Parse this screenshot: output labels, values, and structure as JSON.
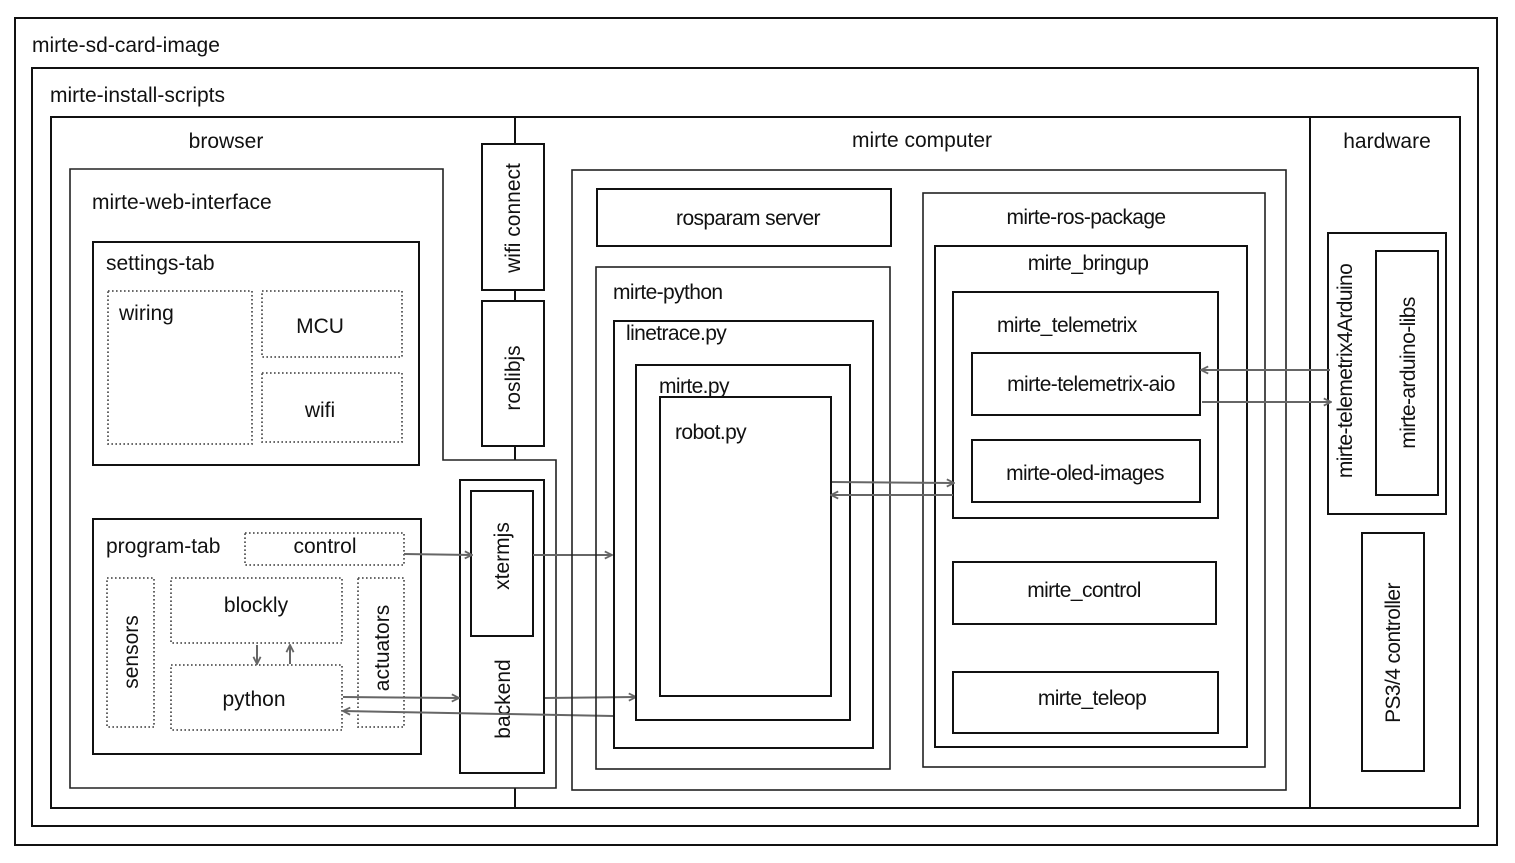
{
  "diagram": {
    "title": "mirte-sd-card-image",
    "install_scripts": "mirte-install-scripts",
    "browser": {
      "label": "browser",
      "web_interface": {
        "label": "mirte-web-interface",
        "settings_tab": {
          "label": "settings-tab",
          "items": [
            "wiring",
            "MCU",
            "wifi"
          ]
        },
        "program_tab": {
          "label": "program-tab",
          "control": "control",
          "sensors": "sensors",
          "blockly": "blockly",
          "python": "python",
          "actuators": "actuators"
        }
      },
      "wifi_connect": "wifi connect",
      "roslibjs": "roslibjs",
      "backend": "backend",
      "xtermjs": "xtermjs"
    },
    "computer": {
      "label": "mirte computer",
      "rosparam": "rosparam server",
      "mirte_python": {
        "label": "mirte-python",
        "linetrace": "linetrace.py",
        "mirte_py": "mirte.py",
        "robot_py": "robot.py"
      },
      "ros_package": {
        "label": "mirte-ros-package",
        "bringup": "mirte_bringup",
        "telemetrix": "mirte_telemetrix",
        "telemetrix_aio": "mirte-telemetrix-aio",
        "oled_images": "mirte-oled-images",
        "control": "mirte_control",
        "teleop": "mirte_teleop"
      }
    },
    "hardware": {
      "label": "hardware",
      "telemetrix4arduino": "mirte-telemetrix4Arduino",
      "arduino_libs": "mirte-arduino-libs",
      "ps_controller": "PS3/4 controller"
    }
  },
  "colors": {
    "border": "#111111",
    "arrow": "#666666",
    "dotted": "#555555",
    "background": "#ffffff"
  }
}
